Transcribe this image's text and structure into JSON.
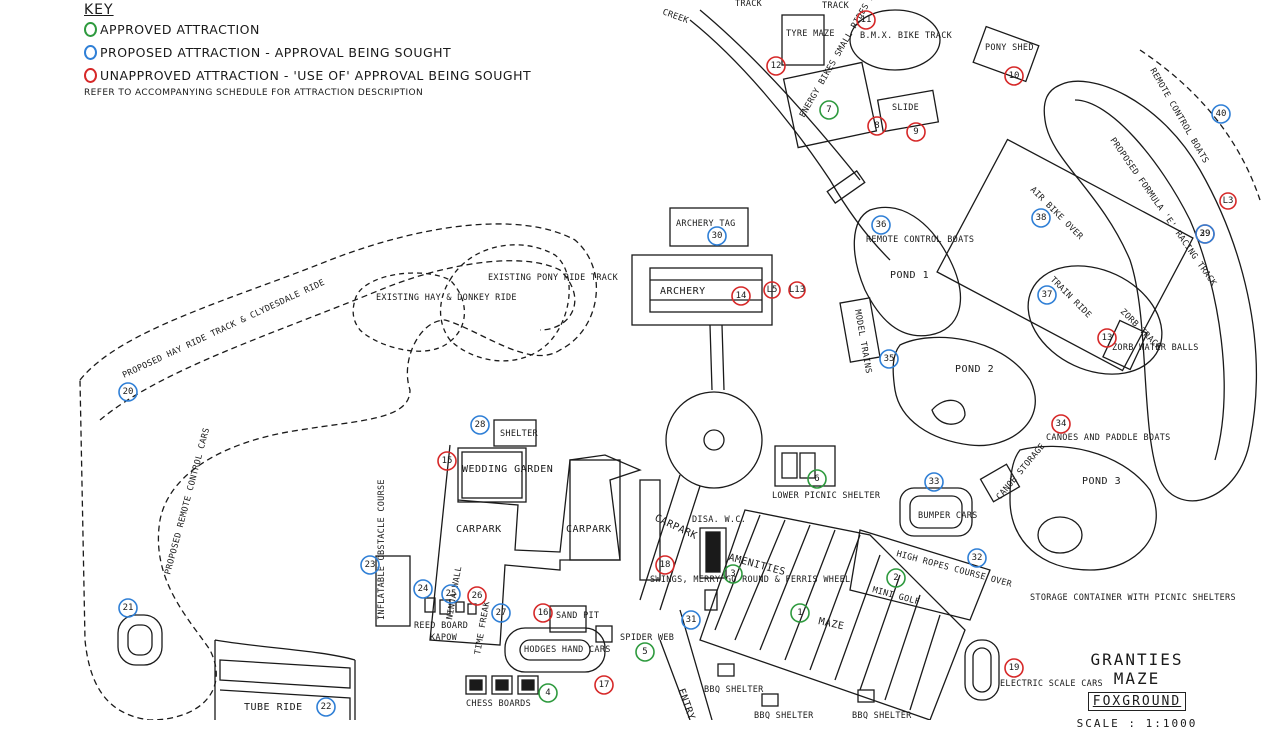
{
  "key": {
    "title": "KEY",
    "items": [
      {
        "label": "APPROVED ATTRACTION",
        "color": "#2e9a3e"
      },
      {
        "label": "PROPOSED ATTRACTION - APPROVAL BEING SOUGHT",
        "color": "#2f7fd6"
      },
      {
        "label": "UNAPPROVED ATTRACTION - 'USE OF' APPROVAL BEING SOUGHT",
        "color": "#d62828"
      }
    ],
    "note": "REFER TO ACCOMPANYING SCHEDULE FOR ATTRACTION DESCRIPTION"
  },
  "title_block": {
    "name": "GRANTIES MAZE",
    "location": "FOXGROUND",
    "scale_label": "SCALE :",
    "scale_value": "1:1000"
  },
  "labels": {
    "creek": "CREEK",
    "track_1": "TRACK",
    "track_2": "TRACK",
    "tyre_maze": "TYRE MAZE",
    "bmx_track": "B.M.X. BIKE TRACK",
    "pony_shed": "PONY SHED",
    "energy_bikes": "ENERGY BIKES SMALL RIDES AREA",
    "slide": "SLIDE",
    "remote_boats": "REMOTE CONTROL BOATS",
    "formula_track": "PROPOSED FORMULA 'E' RACING TRACK",
    "air_bike": "AIR BIKE OVER",
    "train_ride": "TRAIN RIDE",
    "zorb_track": "ZORB TRACK",
    "zorb_balls": "ZORB WATER BALLS",
    "archery_tag": "ARCHERY TAG",
    "archery": "ARCHERY",
    "remote_boats_pond": "REMOTE CONTROL BOATS",
    "pond1": "POND 1",
    "pond2": "POND 2",
    "pond3": "POND 3",
    "model_trains": "MODEL TRAINS",
    "canoes": "CANOES AND PADDLE BOATS",
    "canoe_storage": "CANOE STORAGE",
    "hay_ride": "EXISTING HAY & DONKEY RIDE",
    "pony_ride": "EXISTING PONY RIDE TRACK",
    "proposed_hay": "PROPOSED HAY RIDE TRACK & CLYDESDALE RIDE",
    "shelter": "SHELTER",
    "wedding": "WEDDING GARDEN",
    "carpark_1": "CARPARK",
    "carpark_2": "CARPARK",
    "carpark_3": "CARPARK",
    "disabled_wc": "DISA. W.C.",
    "amenities": "AMENITIES",
    "lower_picnic": "LOWER PICNIC SHELTER",
    "bumper_cars": "BUMPER CARS",
    "high_ropes": "HIGH ROPES COURSE OVER",
    "mini_golf": "MINI GOLF",
    "storage": "STORAGE CONTAINER WITH PICNIC SHELTERS",
    "maze": "MAZE",
    "swings": "SWINGS, MERRY GO ROUND & FERRIS WHEEL",
    "inflatable": "INFLATABLE OBSTACLE COURSE",
    "reed_board": "REED BOARD",
    "kapow": "KAPOW",
    "ninja": "NINJA WALL",
    "time_freak": "TIME FREAK",
    "sand_pit": "SAND PIT",
    "spider_web": "SPIDER WEB",
    "hodges": "HODGES HAND CARS",
    "chess": "CHESS BOARDS",
    "tube_ride": "TUBE RIDE",
    "proposed_cars": "PROPOSED REMOTE CONTROL CARS",
    "bbq_1": "BBQ SHELTER",
    "bbq_2": "BBQ SHELTER",
    "bbq_3": "BBQ SHELTER",
    "electric_cars": "ELECTRIC SCALE CARS",
    "entry": "ENTRY"
  },
  "markers": [
    {
      "n": "1",
      "s": "approved"
    },
    {
      "n": "2",
      "s": "approved"
    },
    {
      "n": "3",
      "s": "approved"
    },
    {
      "n": "4",
      "s": "approved"
    },
    {
      "n": "5",
      "s": "approved"
    },
    {
      "n": "6",
      "s": "approved"
    },
    {
      "n": "7",
      "s": "approved"
    },
    {
      "n": "8",
      "s": "unapproved"
    },
    {
      "n": "9",
      "s": "unapproved"
    },
    {
      "n": "10",
      "s": "unapproved"
    },
    {
      "n": "11",
      "s": "unapproved"
    },
    {
      "n": "12",
      "s": "unapproved"
    },
    {
      "n": "13",
      "s": "unapproved"
    },
    {
      "n": "14",
      "s": "unapproved"
    },
    {
      "n": "15",
      "s": "unapproved"
    },
    {
      "n": "16",
      "s": "unapproved"
    },
    {
      "n": "17",
      "s": "unapproved"
    },
    {
      "n": "18",
      "s": "unapproved"
    },
    {
      "n": "19",
      "s": "unapproved"
    },
    {
      "n": "20",
      "s": "proposed"
    },
    {
      "n": "21",
      "s": "proposed"
    },
    {
      "n": "22",
      "s": "proposed"
    },
    {
      "n": "23",
      "s": "proposed"
    },
    {
      "n": "24",
      "s": "proposed"
    },
    {
      "n": "25",
      "s": "proposed"
    },
    {
      "n": "26",
      "s": "unapproved"
    },
    {
      "n": "27",
      "s": "proposed"
    },
    {
      "n": "28",
      "s": "proposed"
    },
    {
      "n": "29",
      "s": "unapproved"
    },
    {
      "n": "30",
      "s": "proposed"
    },
    {
      "n": "31",
      "s": "proposed"
    },
    {
      "n": "32",
      "s": "proposed"
    },
    {
      "n": "33",
      "s": "proposed"
    },
    {
      "n": "34",
      "s": "unapproved"
    },
    {
      "n": "35",
      "s": "proposed"
    },
    {
      "n": "36",
      "s": "proposed"
    },
    {
      "n": "37",
      "s": "proposed"
    },
    {
      "n": "38",
      "s": "proposed"
    },
    {
      "n": "39",
      "s": "proposed"
    },
    {
      "n": "40",
      "s": "proposed"
    },
    {
      "n": "L3",
      "s": "unapproved"
    },
    {
      "n": "L5",
      "s": "unapproved"
    },
    {
      "n": "L13",
      "s": "unapproved"
    }
  ],
  "colors": {
    "approved": "#2e9a3e",
    "proposed": "#2f7fd6",
    "unapproved": "#d62828",
    "ink": "#1a1a1a"
  }
}
